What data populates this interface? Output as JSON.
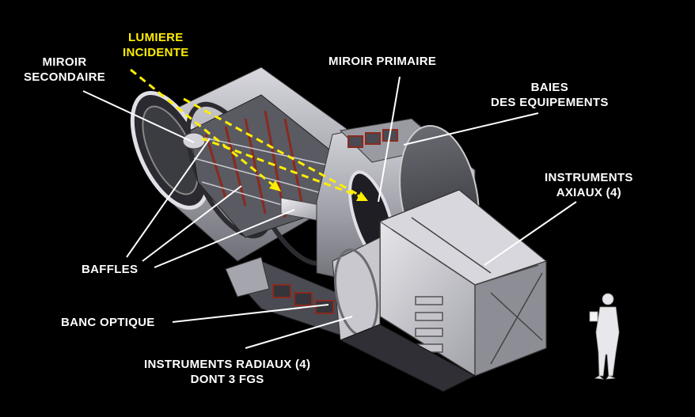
{
  "labels": {
    "lumiere_incidente": [
      "LUMIERE",
      "INCIDENTE"
    ],
    "miroir_secondaire": [
      "MIROIR",
      "SECONDAIRE"
    ],
    "miroir_primaire": "MIROIR PRIMAIRE",
    "baies_equipements": [
      "BAIES",
      "DES EQUIPEMENTS"
    ],
    "instruments_axiaux": [
      "INSTRUMENTS",
      "AXIAUX (4)"
    ],
    "baffles": "BAFFLES",
    "banc_optique": "BANC OPTIQUE",
    "instruments_radiaux": [
      "INSTRUMENTS RADIAUX (4)",
      "DONT 3 FGS"
    ]
  },
  "colors": {
    "background": "#000000",
    "label_text": "#ffffff",
    "light_path": "#ffee00",
    "body_metal": "#b9b9c0",
    "dark_metal": "#55555c",
    "baffle_red": "#8a2a1e"
  },
  "icons": {
    "figure": "human-scale-figure"
  }
}
